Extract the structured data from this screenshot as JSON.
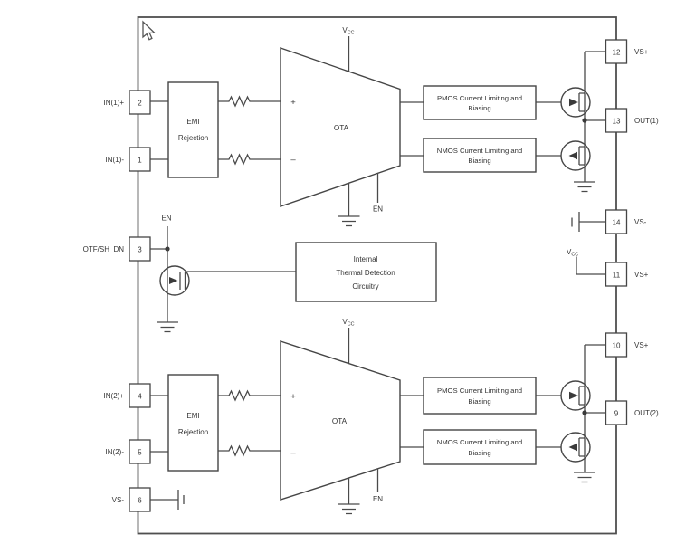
{
  "pins": {
    "left": [
      {
        "num": "2",
        "label": "IN(1)+"
      },
      {
        "num": "1",
        "label": "IN(1)-"
      },
      {
        "num": "3",
        "label": "OTF/SH_DN"
      },
      {
        "num": "4",
        "label": "IN(2)+"
      },
      {
        "num": "5",
        "label": "IN(2)-"
      },
      {
        "num": "6",
        "label": "VS-"
      }
    ],
    "right": [
      {
        "num": "12",
        "label": "VS+"
      },
      {
        "num": "13",
        "label": "OUT(1)"
      },
      {
        "num": "14",
        "label": "VS-"
      },
      {
        "num": "11",
        "label": "VS+"
      },
      {
        "num": "10",
        "label": "VS+"
      },
      {
        "num": "9",
        "label": "OUT(2)"
      }
    ]
  },
  "blocks": {
    "emi": {
      "line1": "EMI",
      "line2": "Rejection"
    },
    "ota": {
      "label": "OTA",
      "plus": "+",
      "minus": "–"
    },
    "pmos": {
      "line1": "PMOS Current Limiting and",
      "line2": "Biasing"
    },
    "nmos": {
      "line1": "NMOS Current Limiting and",
      "line2": "Biasing"
    },
    "thermal": {
      "line1": "Internal",
      "line2": "Thermal Detection",
      "line3": "Circuitry"
    }
  },
  "signals": {
    "en": "EN",
    "vcc_main": "V",
    "vcc_sub": "CC"
  },
  "colors": {
    "line": "#4a4a4a",
    "text": "#333333",
    "background": "#ffffff"
  }
}
